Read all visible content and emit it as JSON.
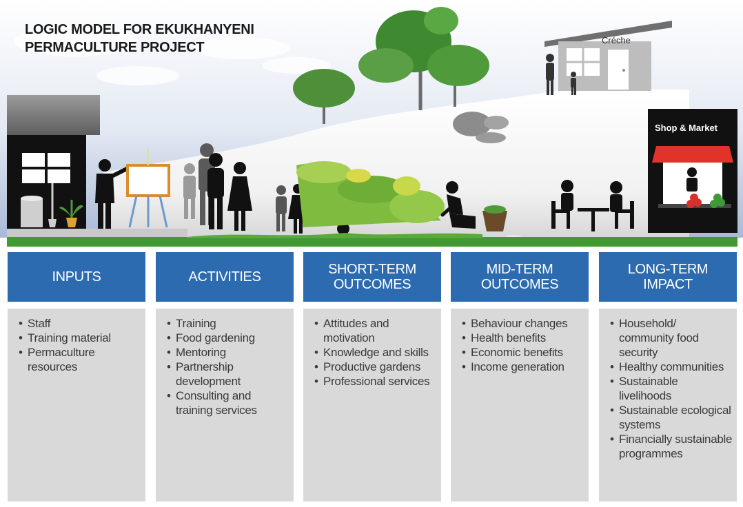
{
  "title": {
    "line1": "LOGIC MODEL FOR EKUKHANYENI",
    "line2": "PERMACULTURE PROJECT"
  },
  "scene": {
    "creche_label": "Créche",
    "shop_label": "Shop & Market"
  },
  "colors": {
    "header_blue": "#2c6bb0",
    "body_grey": "#d9d9d9",
    "grass_green": "#3f9a2f"
  },
  "columns": [
    {
      "title_lines": [
        "INPUTS"
      ],
      "items": [
        "Staff",
        "Training material",
        "Permaculture resources"
      ]
    },
    {
      "title_lines": [
        "ACTIVITIES"
      ],
      "items": [
        "Training",
        "Food gardening",
        "Mentoring",
        "Partnership development",
        "Consulting and training services"
      ]
    },
    {
      "title_lines": [
        "SHORT-TERM",
        "OUTCOMES"
      ],
      "items": [
        "Attitudes and motivation",
        "Knowledge and skills",
        "Productive gardens",
        "Professional services"
      ]
    },
    {
      "title_lines": [
        "MID-TERM",
        "OUTCOMES"
      ],
      "items": [
        "Behaviour changes",
        "Health benefits",
        "Economic benefits",
        "Income generation"
      ]
    },
    {
      "title_lines": [
        "LONG-TERM",
        "IMPACT"
      ],
      "items": [
        "Household/ community food security",
        "Healthy communities",
        "Sustainable livelihoods",
        "Sustainable ecological systems",
        "Financially sustainable programmes"
      ]
    }
  ]
}
